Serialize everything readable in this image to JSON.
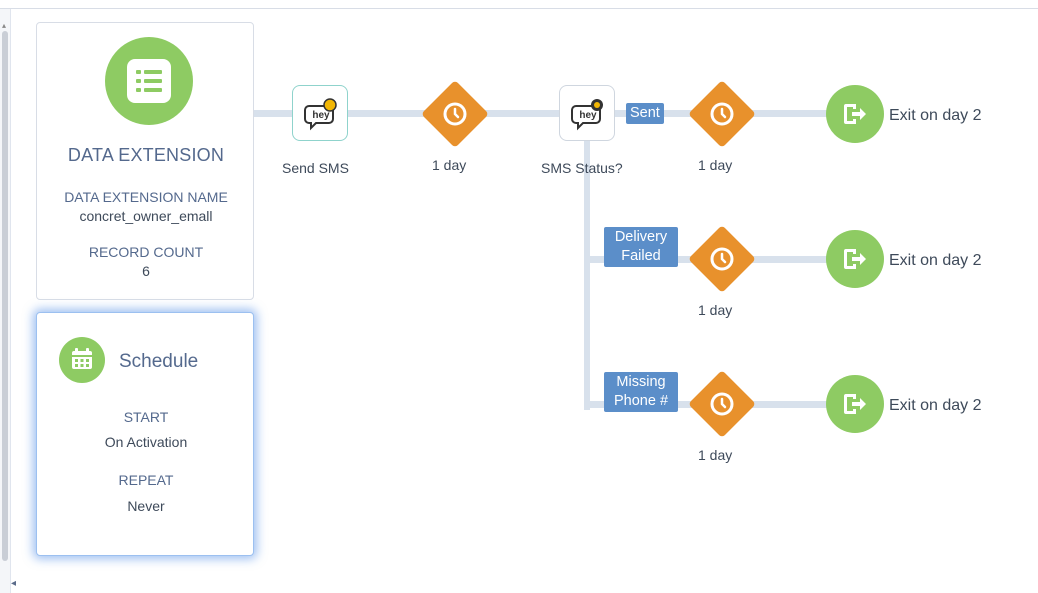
{
  "data_extension": {
    "title": "DATA EXTENSION",
    "name_label": "DATA EXTENSION NAME",
    "name_value": "concret_owner_emall",
    "count_label": "RECORD COUNT",
    "count_value": "6"
  },
  "schedule": {
    "title": "Schedule",
    "start_label": "START",
    "start_value": "On Activation",
    "repeat_label": "REPEAT",
    "repeat_value": "Never"
  },
  "flow": {
    "send_sms_label": "Send SMS",
    "wait1_label": "1 day",
    "status_label": "SMS Status?",
    "branches": [
      {
        "tag_line1": "Sent",
        "tag_line2": "",
        "wait_label": "1 day",
        "exit_label": "Exit on day 2"
      },
      {
        "tag_line1": "Delivery",
        "tag_line2": "Failed",
        "wait_label": "1 day",
        "exit_label": "Exit on day 2"
      },
      {
        "tag_line1": "Missing",
        "tag_line2": "Phone #",
        "wait_label": "1 day",
        "exit_label": "Exit on day 2"
      }
    ]
  },
  "icons": {
    "sms_logo_text": "hey"
  },
  "colors": {
    "green": "#8ecb63",
    "orange": "#e8912c",
    "tag_blue": "#5b8ec9",
    "connector": "#d8e1ec"
  }
}
